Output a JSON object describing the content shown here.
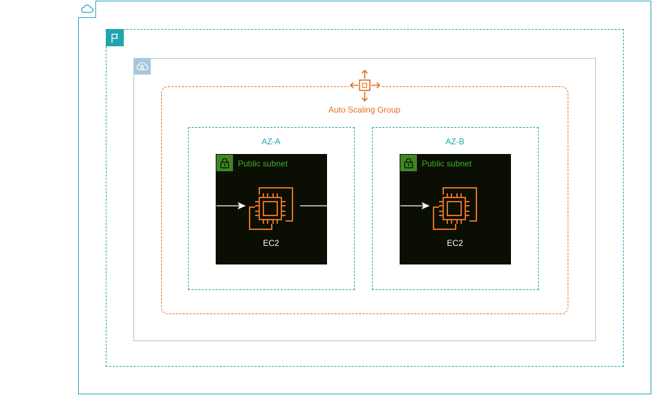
{
  "diagram": {
    "asg": {
      "label": "Auto Scaling Group",
      "icon": "auto-scaling-icon"
    },
    "zones": [
      {
        "label": "AZ-A",
        "subnet_label": "Public subnet",
        "instance_label": "EC2"
      },
      {
        "label": "AZ-B",
        "subnet_label": "Public subnet",
        "instance_label": "EC2"
      }
    ],
    "icons": {
      "cloud": "aws-cloud-icon",
      "region": "region-flag-icon",
      "vpc": "vpc-cloud-lock-icon",
      "subnet": "padlock-icon",
      "instance": "ec2-chip-icon"
    },
    "colors": {
      "cloud": "#2aa0b8",
      "region": "#1fa5b0",
      "vpc": "#a6c8da",
      "asg": "#e07020",
      "subnet_bg": "#0b0f03",
      "subnet_label": "#3fae29"
    }
  }
}
